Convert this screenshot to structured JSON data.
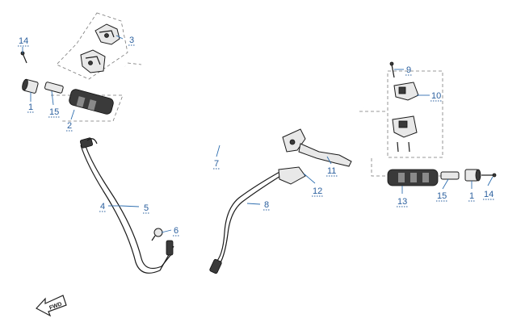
{
  "diagram": {
    "callouts": [
      {
        "id": "c14a",
        "text": "14"
      },
      {
        "id": "c1a",
        "text": "1"
      },
      {
        "id": "c15a",
        "text": "15"
      },
      {
        "id": "c2",
        "text": "2"
      },
      {
        "id": "c3",
        "text": "3"
      },
      {
        "id": "c4",
        "text": "4"
      },
      {
        "id": "c5",
        "text": "5"
      },
      {
        "id": "c6",
        "text": "6"
      },
      {
        "id": "c7",
        "text": "7"
      },
      {
        "id": "c8",
        "text": "8"
      },
      {
        "id": "c9",
        "text": "9"
      },
      {
        "id": "c10",
        "text": "10"
      },
      {
        "id": "c11",
        "text": "11"
      },
      {
        "id": "c12",
        "text": "12"
      },
      {
        "id": "c13",
        "text": "13"
      },
      {
        "id": "c15b",
        "text": "15"
      },
      {
        "id": "c1b",
        "text": "1"
      },
      {
        "id": "c14b",
        "text": "14"
      }
    ],
    "direction_marker": "FWD",
    "colors": {
      "callout": "#2a5f9e",
      "line": "#1a1a1a",
      "leader": "#2f6fb0"
    }
  }
}
